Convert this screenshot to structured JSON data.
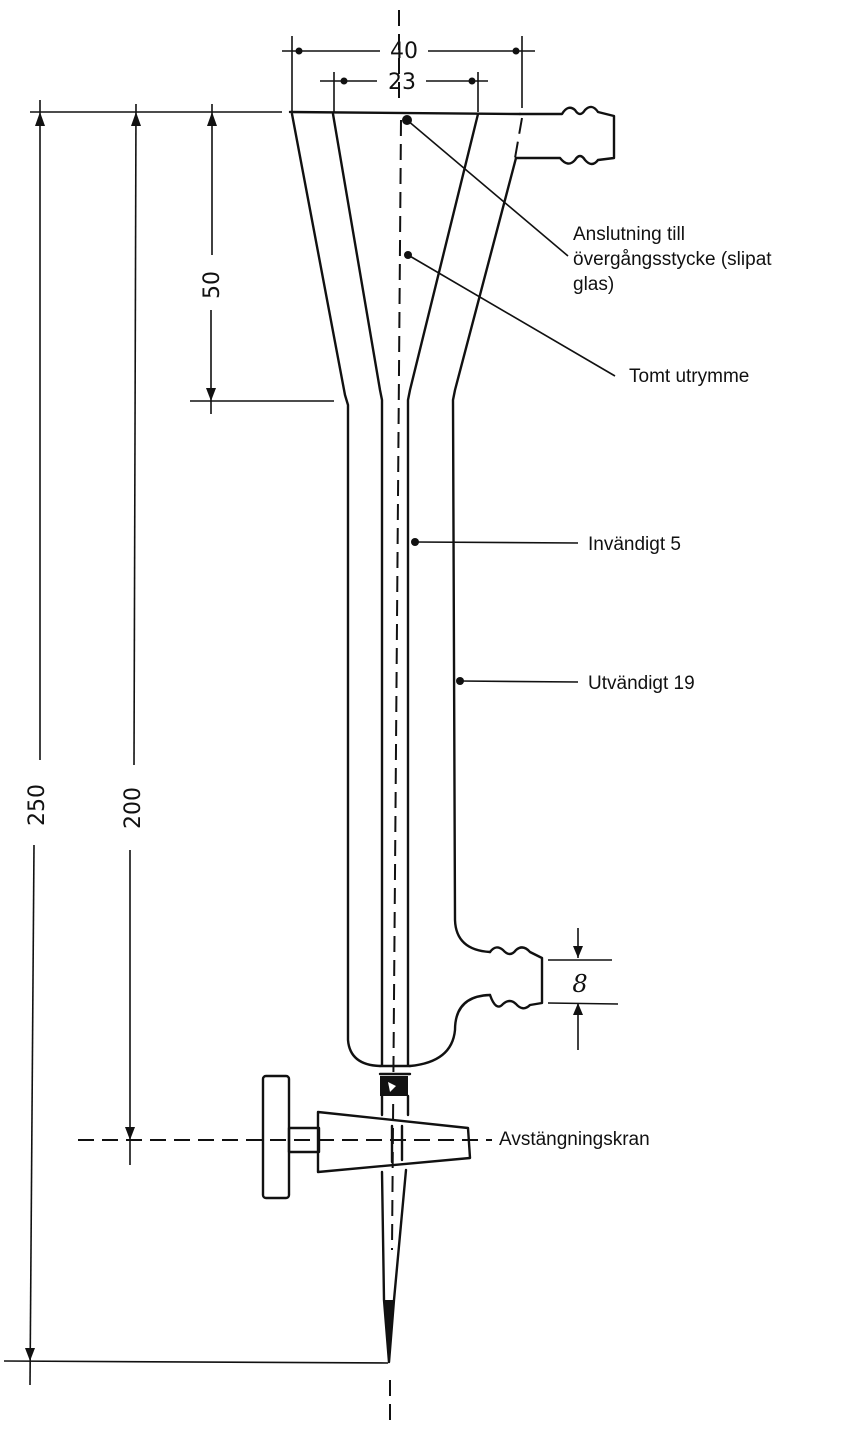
{
  "figure": {
    "subject": "Glass column (burette-style) with stopcock — dimensioned technical drawing",
    "line_color": "#111111",
    "background": "#ffffff"
  },
  "dimensions": {
    "top_outer_width": "40",
    "top_inner_width": "23",
    "funnel_height": "50",
    "height_to_stopcock": "200",
    "total_height": "250",
    "side_outlet_width": "8"
  },
  "labels": {
    "connection": [
      "Anslutning till",
      "övergångsstycke (slipat",
      "glas)"
    ],
    "empty_space": "Tomt utrymme",
    "inner_diameter": "Invändigt 5",
    "outer_diameter": "Utvändigt 19",
    "stopcock": "Avstängningskran"
  }
}
